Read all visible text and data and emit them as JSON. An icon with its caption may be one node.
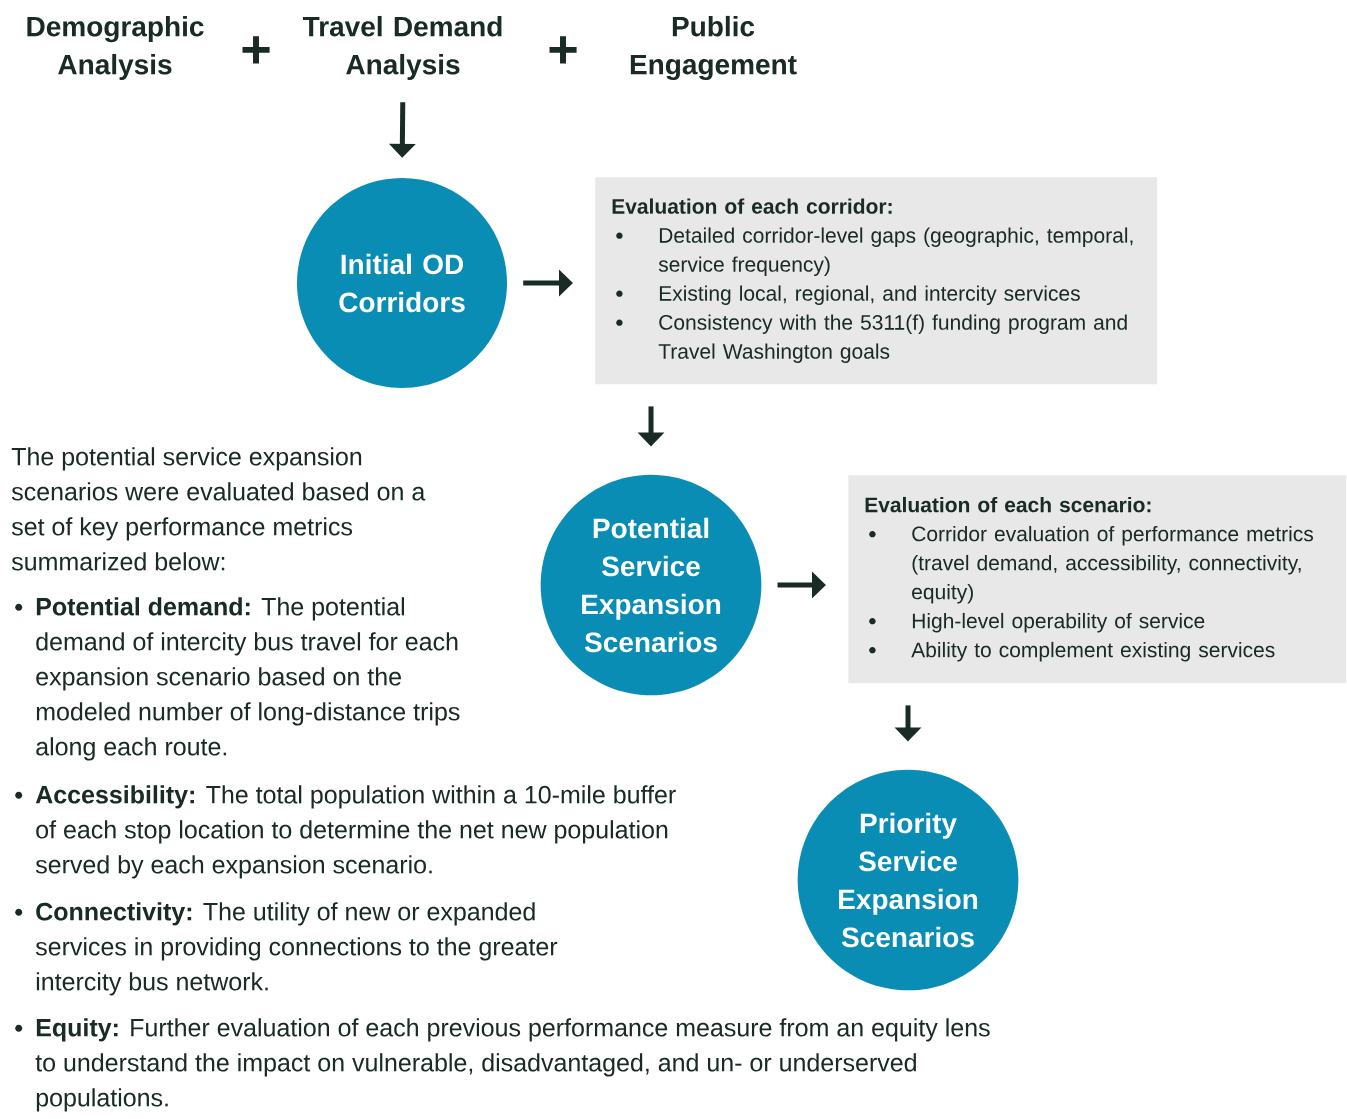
{
  "diagram": {
    "nodes": [
      {
        "text": [
          "Demographic Analysis"
        ]
      },
      {
        "text": [
          "Travel Demand Analysis"
        ]
      },
      {
        "text": [
          "Public Engagement"
        ]
      },
      {
        "text": [
          "Initial OD Corridors"
        ]
      },
      {
        "text": [
          "Evaluation of each corridor:",
          "Detailed corridor-level gaps (geographic, temporal, service frequency)",
          "Existing local, regional, and intercity services",
          "Consistency with the 5311(f) funding program and Travel Washington goals"
        ]
      },
      {
        "text": [
          "Potential Service Expansion Scenarios"
        ]
      },
      {
        "text": [
          "Evaluation of each scenario:",
          "Corridor evaluation of performance metrics (travel demand, accessibility, connectivity, equity)",
          "High-level operability of service",
          "Ability to complement existing services"
        ]
      },
      {
        "text": [
          "Priority Service Expansion Scenarios"
        ]
      }
    ],
    "edges": [
      {
        "from": 1,
        "to": 3,
        "arrow": "to"
      },
      {
        "from": 3,
        "to": 4,
        "arrow": "to"
      },
      {
        "from": 4,
        "to": 5,
        "arrow": "to"
      },
      {
        "from": 5,
        "to": 6,
        "arrow": "to"
      },
      {
        "from": 6,
        "to": 7,
        "arrow": "to"
      }
    ],
    "labels": [
      "+",
      "+",
      "The potential service expansion scenarios were evaluated based on a set of key performance metrics summarized below:",
      "**Potential demand:** The potential demand of intercity bus travel for each expansion scenario based on the modeled number of long-distance trips along each route.",
      "**Accessibility:** The total population within a 10-mile buffer of each stop location to determine the net new population served by each expansion scenario.",
      "**Connectivity:** The utility of new or expanded services in providing connections to the greater intercity bus network.",
      "**Equity:** Further evaluation of each previous performance measure from an equity lens to understand the impact on vulnerable, disadvantaged, and un- or underserved populations."
    ]
  }
}
